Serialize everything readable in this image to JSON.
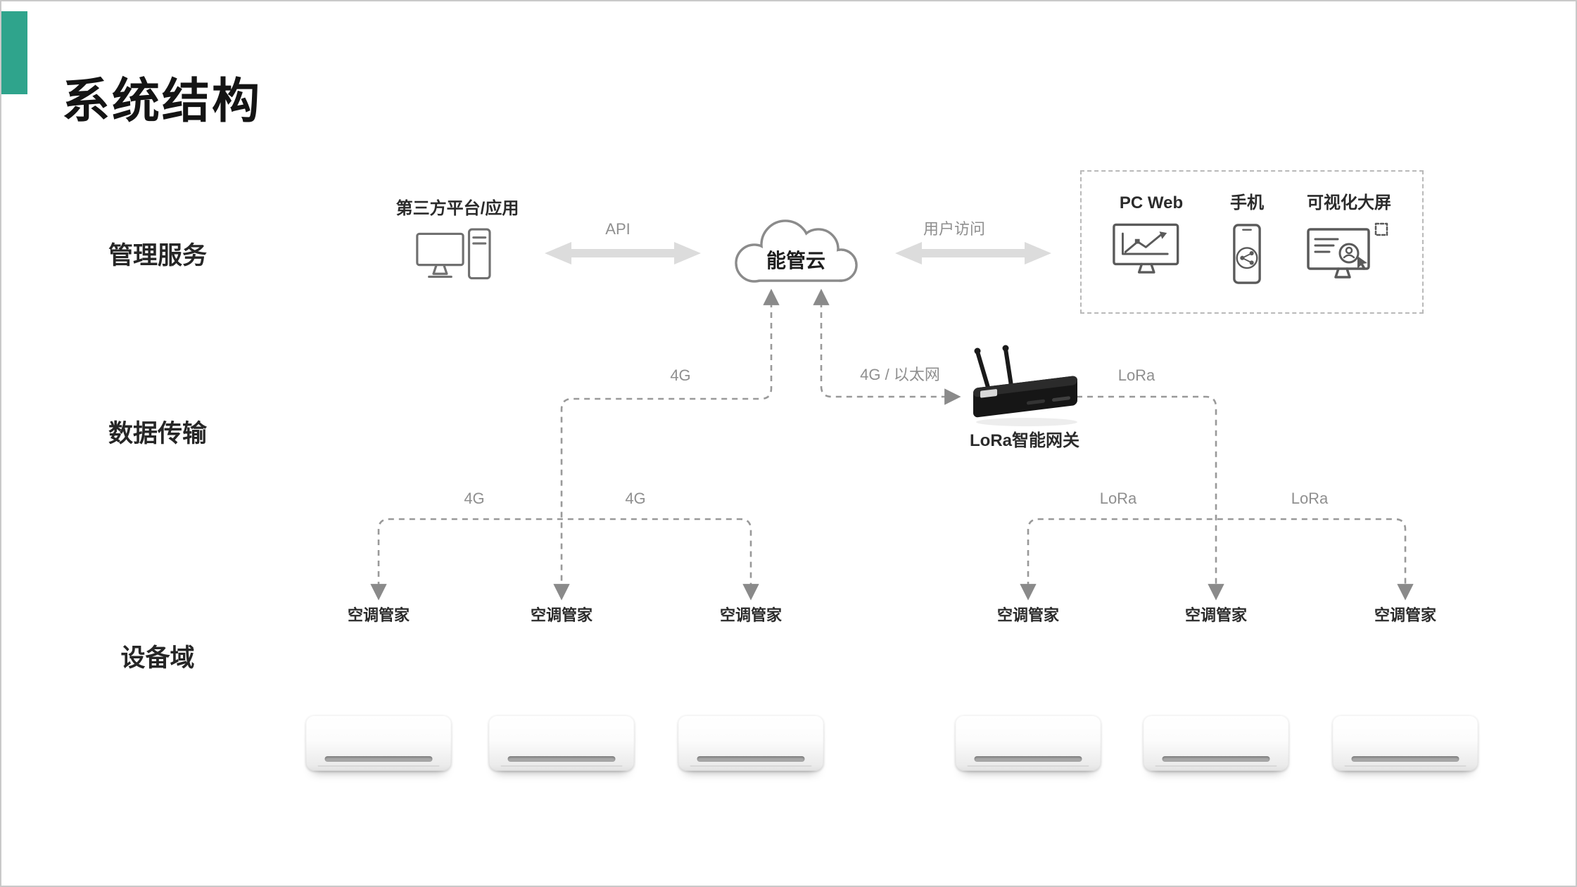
{
  "slide": {
    "title": "系统结构"
  },
  "rows": {
    "management": "管理服务",
    "transmission": "数据传输",
    "devices": "设备域"
  },
  "management": {
    "third_party": {
      "label": "第三方平台/应用",
      "icon": "desktop-computer-icon"
    },
    "api_link": {
      "label": "API",
      "icon": "double-headed-arrow-icon"
    },
    "cloud": {
      "label": "能管云",
      "icon": "cloud-icon"
    },
    "user_access": {
      "label": "用户访问",
      "icon": "double-headed-arrow-icon"
    },
    "clients_box": {
      "items": [
        {
          "label": "PC Web",
          "icon": "pc-web-monitor-icon"
        },
        {
          "label": "手机",
          "icon": "mobile-phone-icon"
        },
        {
          "label": "可视化大屏",
          "icon": "visualization-screen-icon"
        }
      ]
    }
  },
  "transmission": {
    "gateway": {
      "label": "LoRa智能网关",
      "icon": "lora-gateway-icon"
    },
    "links": {
      "cloud_left_4g": "4G",
      "cloud_gateway": "4G / 以太网",
      "gateway_lora": "LoRa",
      "branch_4g_left": "4G",
      "branch_4g_right": "4G",
      "branch_lora_left": "LoRa",
      "branch_lora_right": "LoRa"
    }
  },
  "devices": {
    "items": [
      {
        "label": "空调管家",
        "icon": "air-conditioner-unit"
      },
      {
        "label": "空调管家",
        "icon": "air-conditioner-unit"
      },
      {
        "label": "空调管家",
        "icon": "air-conditioner-unit"
      },
      {
        "label": "空调管家",
        "icon": "air-conditioner-unit"
      },
      {
        "label": "空调管家",
        "icon": "air-conditioner-unit"
      },
      {
        "label": "空调管家",
        "icon": "air-conditioner-unit"
      }
    ]
  },
  "colors": {
    "accent": "#2FA48C",
    "title_text": "#141414",
    "label_text": "#262626",
    "muted_text": "#8F8F8F",
    "dash_line": "#999999",
    "arrow_fill": "#DCDCDC",
    "border": "#C9C9C9"
  }
}
